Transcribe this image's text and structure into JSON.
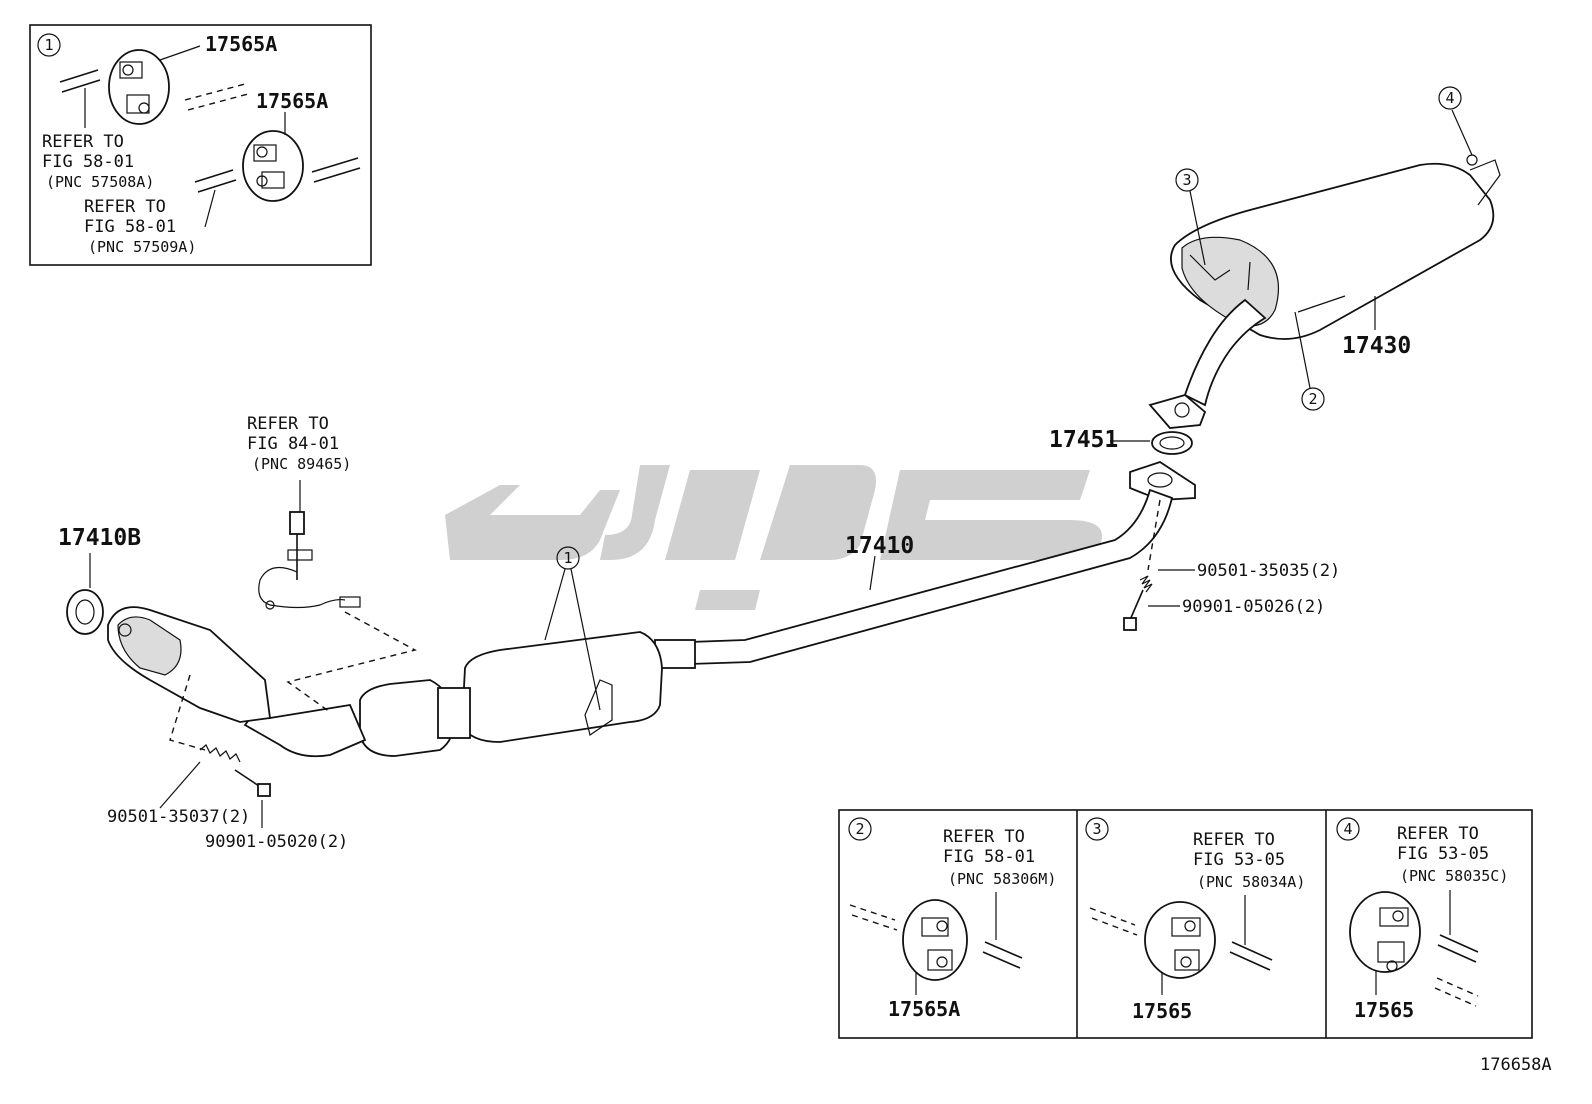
{
  "watermark": {
    "color": "#c8c8c8"
  },
  "parts": {
    "p17410B": "17410B",
    "p17410": "17410",
    "p17451": "17451",
    "p17430": "17430",
    "p90501_35035": "90501-35035(2)",
    "p90901_05026": "90901-05026(2)",
    "p90501_35037": "90501-35037(2)",
    "p90901_05020": "90901-05020(2)"
  },
  "sensor_ref": {
    "line1": "REFER TO",
    "line2": "FIG 84-01",
    "line3": "(PNC 89465)"
  },
  "callouts": {
    "c1": "1",
    "c2": "2",
    "c3": "3",
    "c4": "4"
  },
  "inset1": {
    "number": "1",
    "part_a": "17565A",
    "part_b": "17565A",
    "ref_a1": "REFER TO",
    "ref_a2": "FIG 58-01",
    "ref_a3": "(PNC 57508A)",
    "ref_b1": "REFER TO",
    "ref_b2": "FIG 58-01",
    "ref_b3": "(PNC 57509A)"
  },
  "inset2": {
    "number": "2",
    "ref1": "REFER TO",
    "ref2": "FIG 58-01",
    "ref3": "(PNC 58306M)",
    "part": "17565A"
  },
  "inset3": {
    "number": "3",
    "ref1": "REFER TO",
    "ref2": "FIG 53-05",
    "ref3": "(PNC 58034A)",
    "part": "17565"
  },
  "inset4": {
    "number": "4",
    "ref1": "REFER TO",
    "ref2": "FIG 53-05",
    "ref3": "(PNC 58035C)",
    "part": "17565"
  },
  "figure_id": "176658A"
}
